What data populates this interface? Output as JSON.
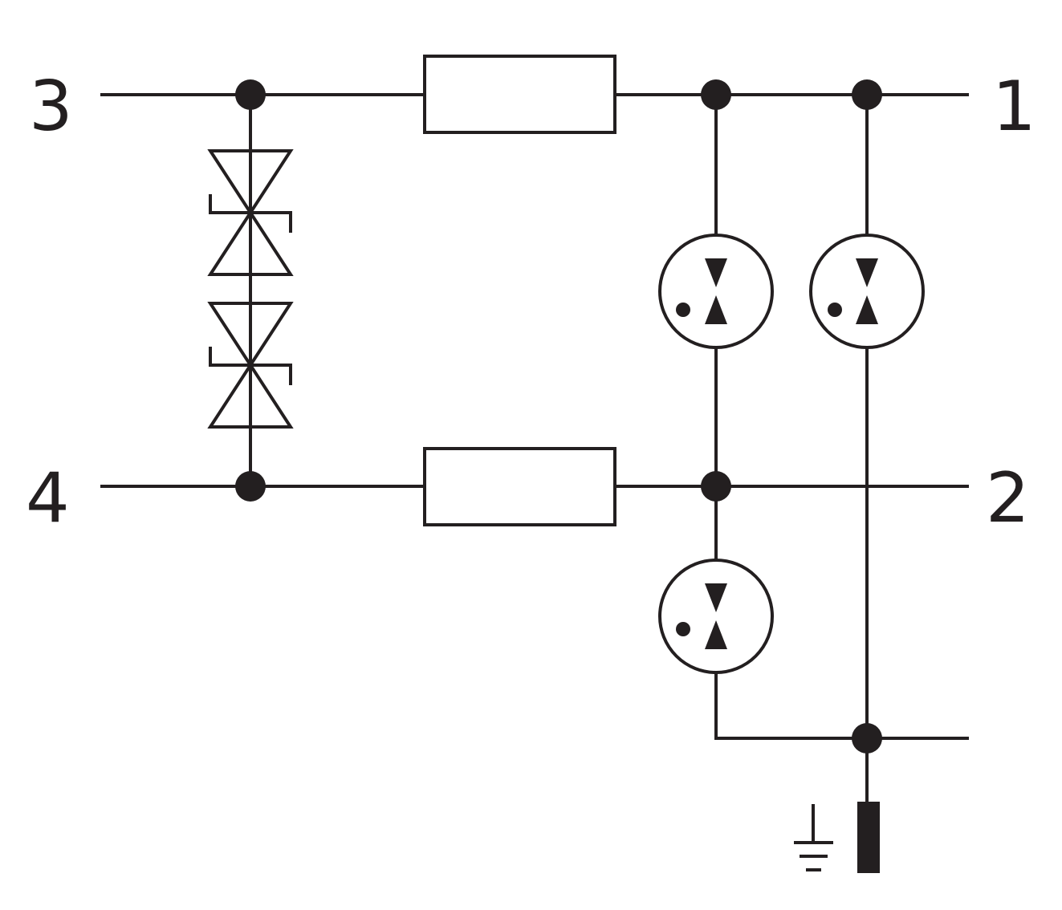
{
  "terminals": {
    "t3": "3",
    "t4": "4",
    "t1": "1",
    "t2": "2"
  },
  "colors": {
    "line": "#231f20",
    "background": "#ffffff"
  },
  "icons": {
    "diode": "bidirectional-tvs-diode",
    "arrester": "gas-discharge-tube",
    "resistor": "resistor-box",
    "earth": "ground-symbol"
  }
}
